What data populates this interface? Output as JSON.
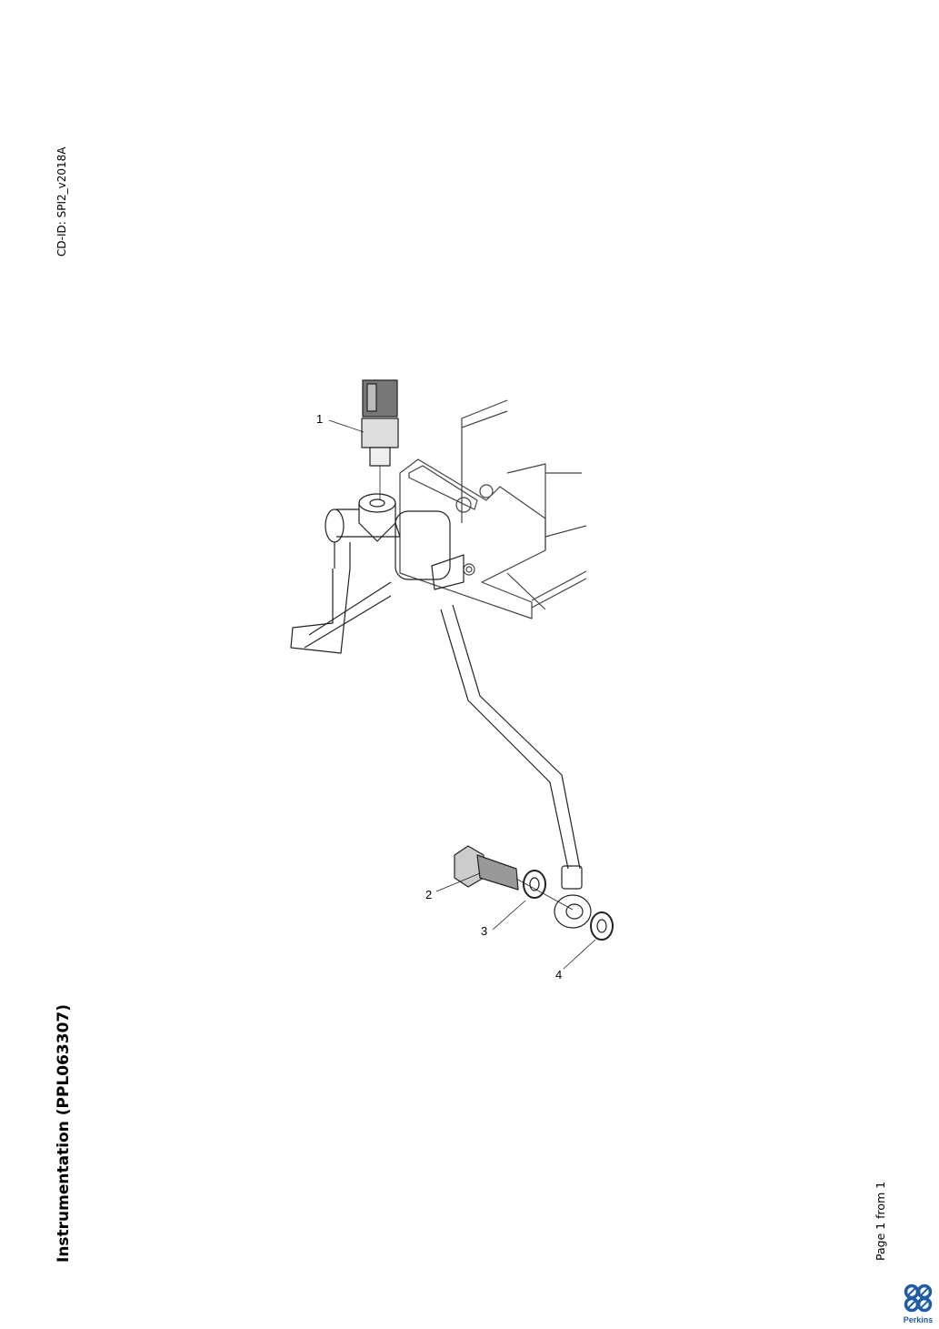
{
  "header": {
    "cd_id": "CD-ID: SPI2_v2018A"
  },
  "document": {
    "title": "Instrumentation (PPL063307)"
  },
  "footer": {
    "page": "Page 1 from 1",
    "brand": "Perkins"
  },
  "illustration": {
    "callouts": [
      "1",
      "2",
      "3",
      "4"
    ]
  },
  "colors": {
    "brand": "#1f5ca8"
  }
}
